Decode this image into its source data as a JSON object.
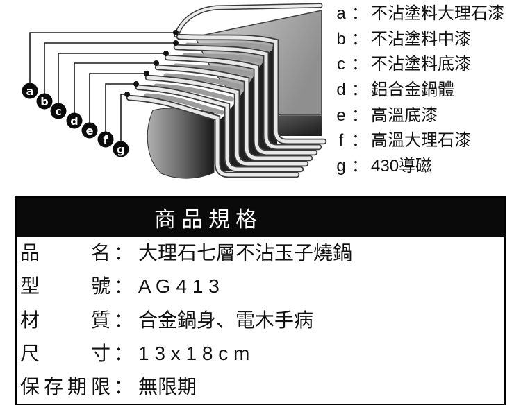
{
  "colors": {
    "table_header_bg": "#0a0a0a",
    "table_header_text": "#ffffff",
    "body_text": "#111111",
    "table_border": "#000000"
  },
  "diagram": {
    "callouts": [
      {
        "key": "a"
      },
      {
        "key": "b"
      },
      {
        "key": "c"
      },
      {
        "key": "d"
      },
      {
        "key": "e"
      },
      {
        "key": "f"
      },
      {
        "key": "g"
      }
    ],
    "legend": {
      "sep": "：",
      "items": [
        {
          "key": "a",
          "text": "不沾塗料大理石漆"
        },
        {
          "key": "b",
          "text": "不沾塗料中漆"
        },
        {
          "key": "c",
          "text": "不沾塗料底漆"
        },
        {
          "key": "d",
          "text": "鋁合金鍋體"
        },
        {
          "key": "e",
          "text": "高溫底漆"
        },
        {
          "key": "f",
          "text": "高溫大理石漆"
        },
        {
          "key": "g",
          "text": "430導磁"
        }
      ]
    }
  },
  "spec_table": {
    "title": "商品規格",
    "sep": "：",
    "rows": [
      {
        "label": "品名",
        "value": "大理石七層不沾玉子燒鍋"
      },
      {
        "label": "型號",
        "value": "A G 4 1 3"
      },
      {
        "label": "材質",
        "value": "合金鍋身、電木手病"
      },
      {
        "label": "尺寸",
        "value": "1 3 x 1 8 c m"
      },
      {
        "label": "保存期限",
        "value": "無限期"
      }
    ]
  }
}
